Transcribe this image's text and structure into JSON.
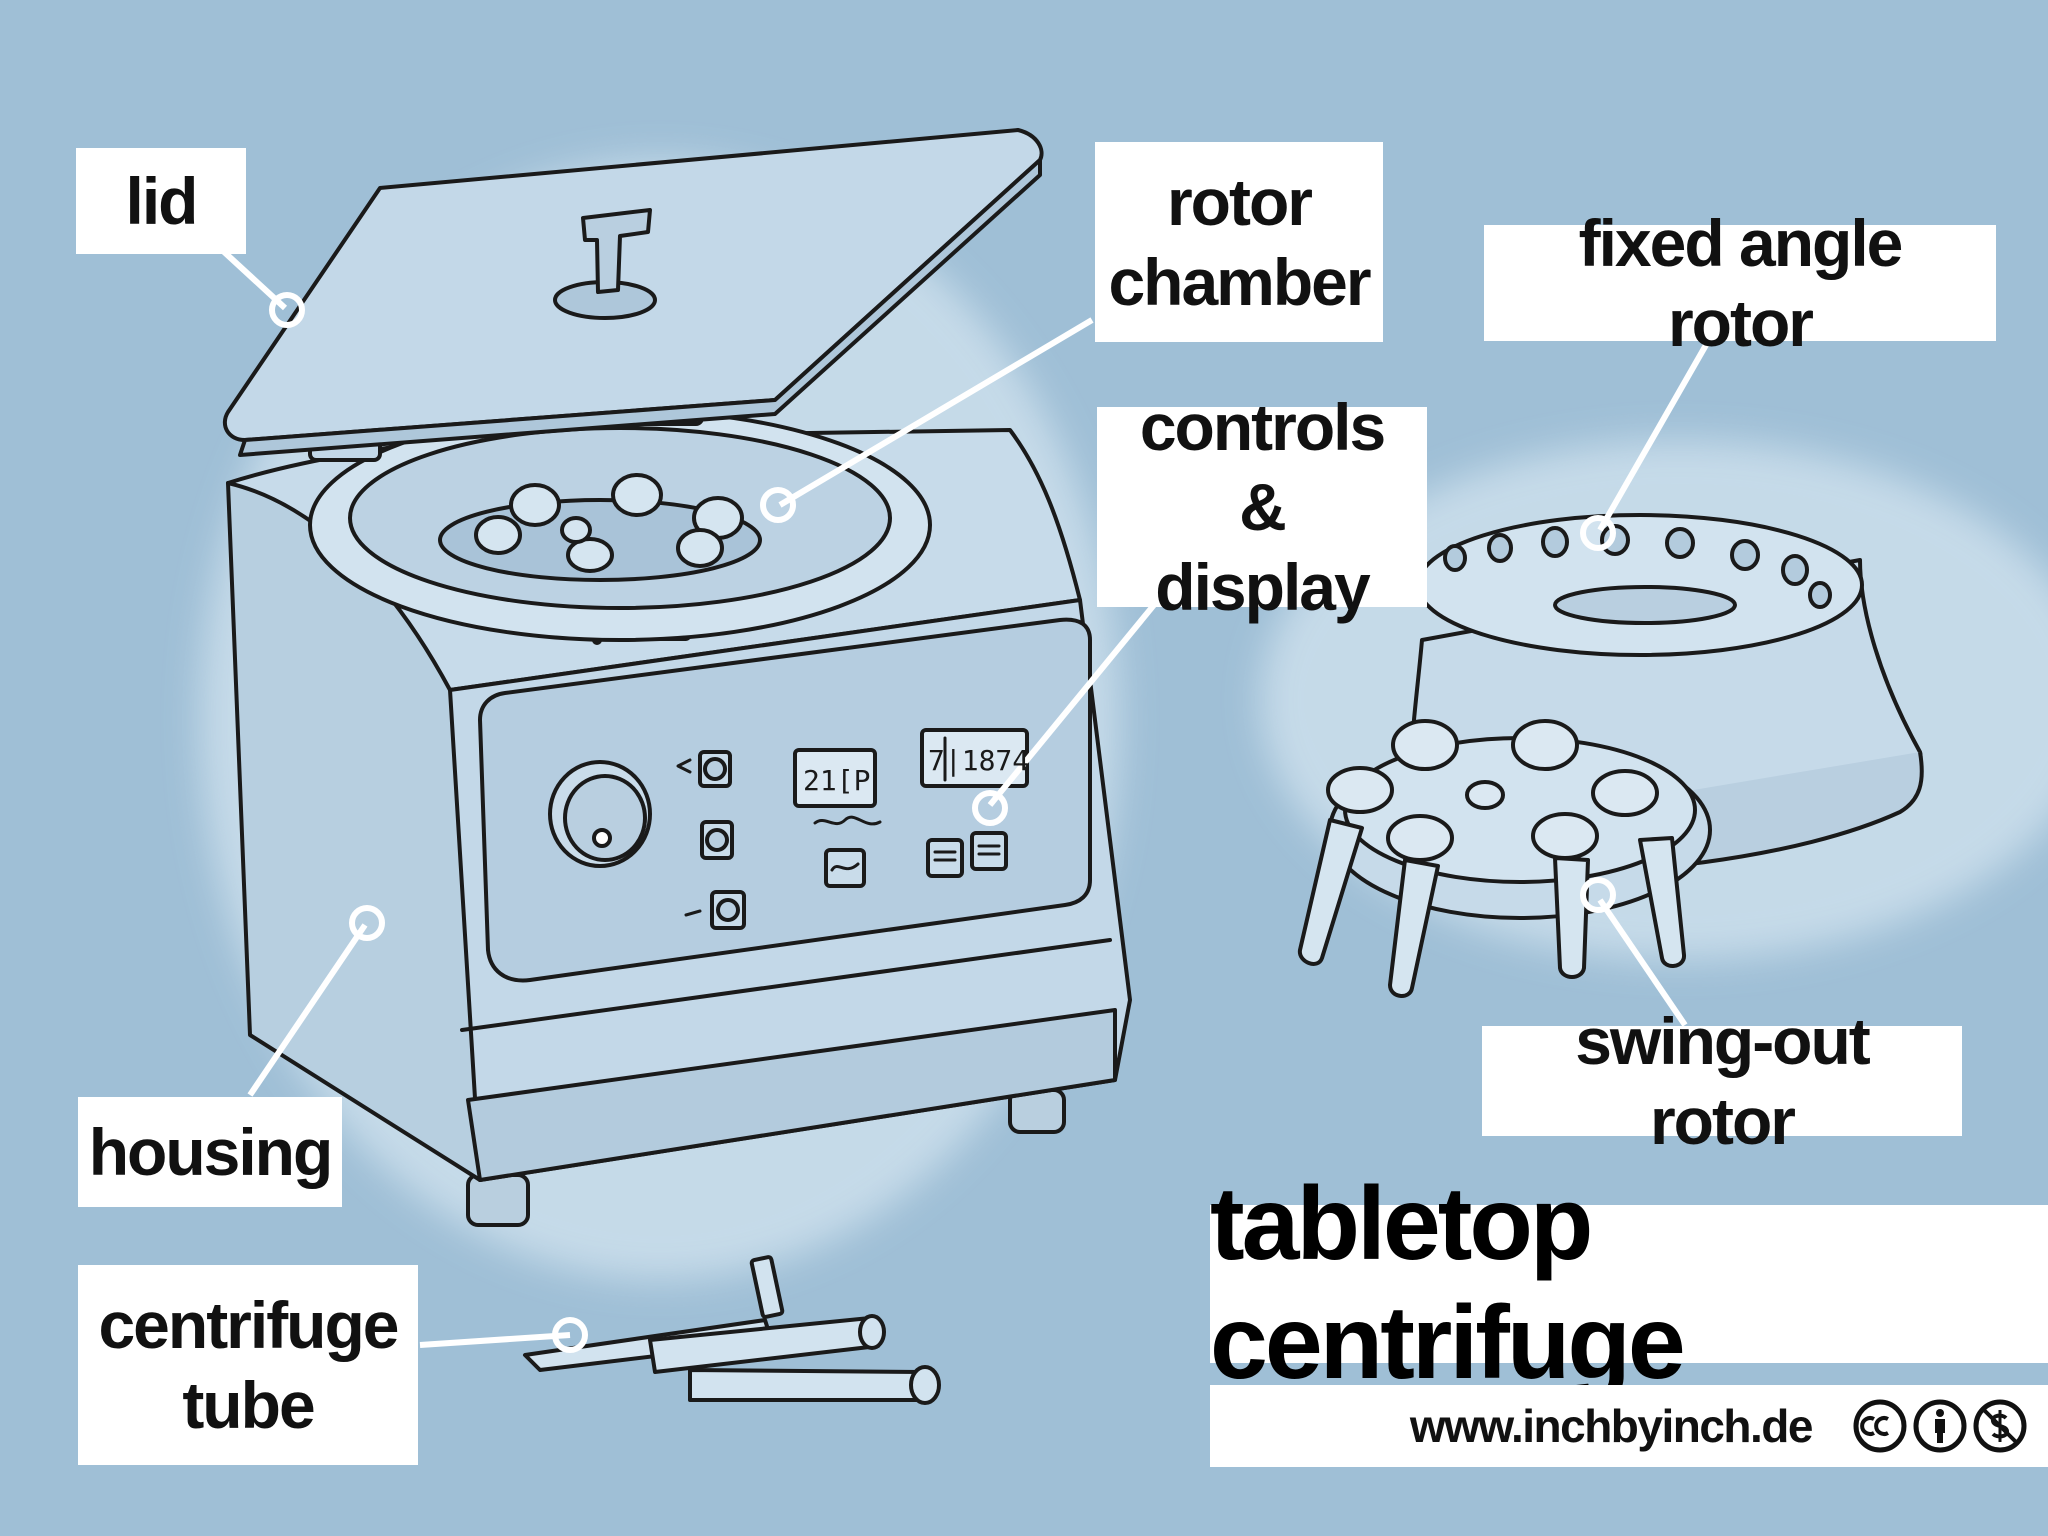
{
  "title": "tabletop centrifuge",
  "website": "www.inchbyinch.de",
  "colors": {
    "background": "#9fbfd6",
    "label_bg": "#ffffff",
    "ink": "#1a1a1a",
    "object_fill": "#c9dcea"
  },
  "labels": {
    "lid": "lid",
    "rotor_chamber": [
      "rotor",
      "chamber"
    ],
    "controls_display": [
      "controls &",
      "display"
    ],
    "fixed_angle_rotor": "fixed angle rotor",
    "housing": "housing",
    "swing_out_rotor": "swing-out rotor",
    "centrifuge_tube": [
      "centrifuge",
      "tube"
    ]
  },
  "display_readouts": {
    "left": "21[P",
    "right": "7|1874"
  },
  "license_icons": [
    "cc-icon",
    "by-icon",
    "nc-icon"
  ]
}
